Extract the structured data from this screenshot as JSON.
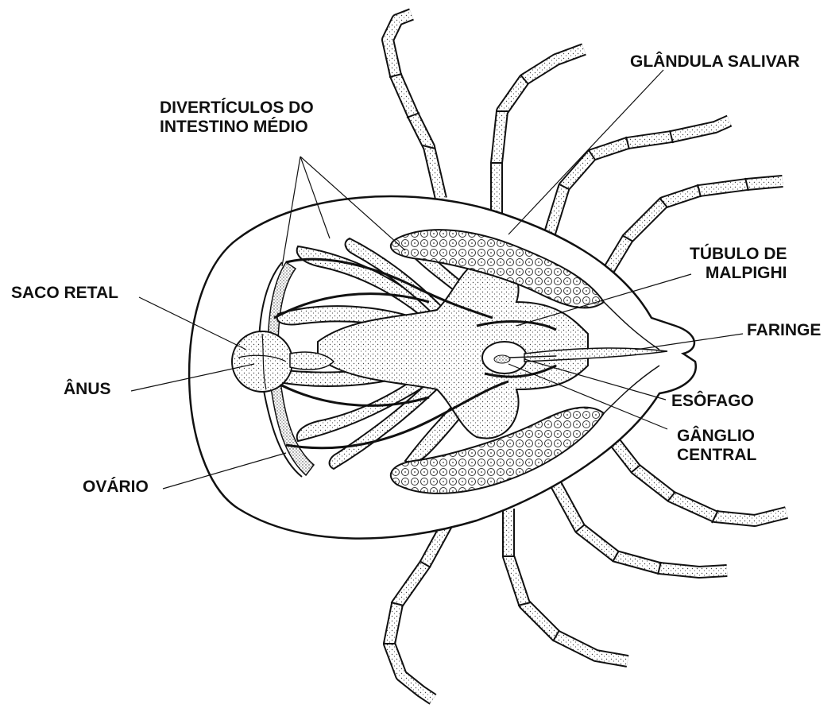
{
  "colors": {
    "ink": "#111111",
    "paper": "#ffffff",
    "stipple": "#333333"
  },
  "labels": {
    "glandula_salivar": "GLÂNDULA SALIVAR",
    "diverticulos_line1": "DIVERTÍCULOS  DO",
    "diverticulos_line2": "INTESTINO MÉDIO",
    "tubulo_line1": "TÚBULO DE",
    "tubulo_line2": "MALPIGHI",
    "saco_retal": "SACO RETAL",
    "faringe": "FARINGE",
    "anus": "ÂNUS",
    "esofago": "ESÔFAGO",
    "ganglio_line1": "GÂNGLIO",
    "ganglio_line2": "CENTRAL",
    "ovario": "OVÁRIO"
  }
}
